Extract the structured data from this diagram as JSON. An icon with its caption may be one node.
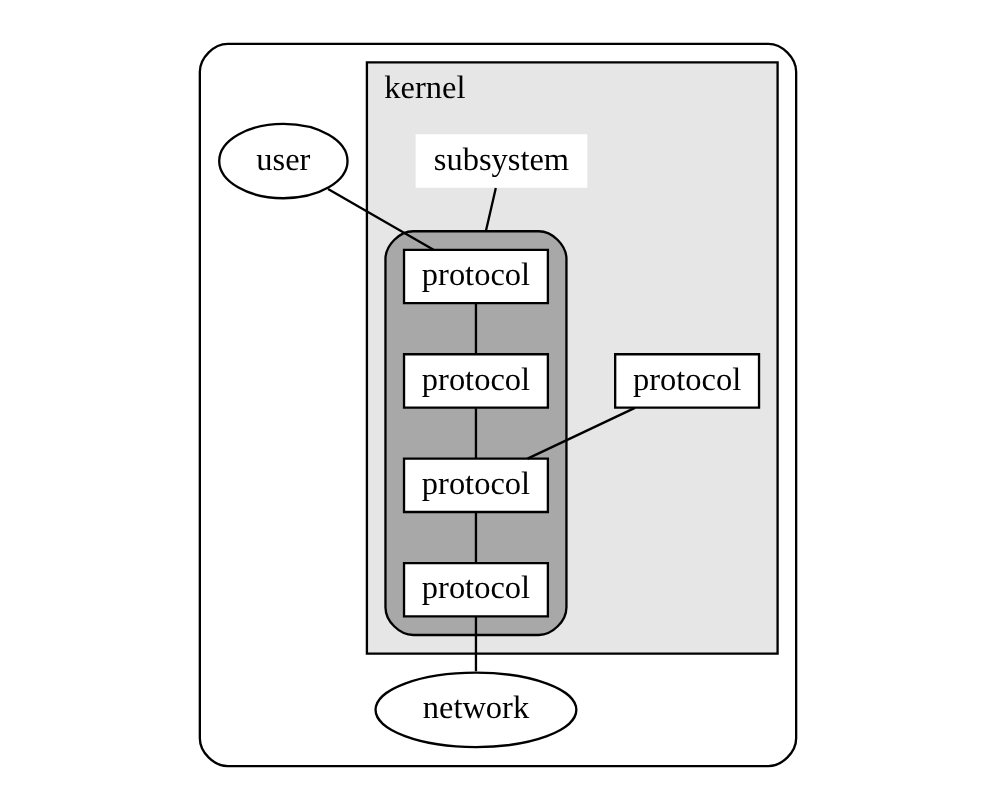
{
  "diagram": {
    "nodes": [
      {
        "text": [],
        "shape": "box"
      },
      {
        "text": [
          "kernel"
        ],
        "in": 0
      },
      {
        "text": [],
        "shape": "cloud",
        "in": 1
      },
      {
        "text": [
          "user"
        ],
        "in": 0
      },
      {
        "text": [
          "protocol"
        ],
        "in": 2
      },
      {
        "text": [
          "protocol"
        ],
        "in": 1
      },
      {
        "text": [
          "protocol"
        ],
        "in": 2
      },
      {
        "text": [
          "protocol"
        ],
        "in": 2
      },
      {
        "text": [
          "protocol"
        ],
        "in": 2
      },
      {
        "text": [
          "network"
        ],
        "in": 0
      },
      {
        "text": [
          "subsystem"
        ],
        "in": 1
      }
    ],
    "edges": [
      {
        "from": 3,
        "to": 4,
        "arrow": "none"
      },
      {
        "from": 4,
        "to": 6,
        "arrow": "none"
      },
      {
        "from": 6,
        "to": 7,
        "arrow": "none"
      },
      {
        "from": 5,
        "to": 7,
        "arrow": "none"
      },
      {
        "from": 7,
        "to": 8,
        "arrow": "none"
      },
      {
        "from": 8,
        "to": 9,
        "arrow": "none"
      },
      {
        "from": 10,
        "to": 2,
        "arrow": "none"
      }
    ]
  }
}
